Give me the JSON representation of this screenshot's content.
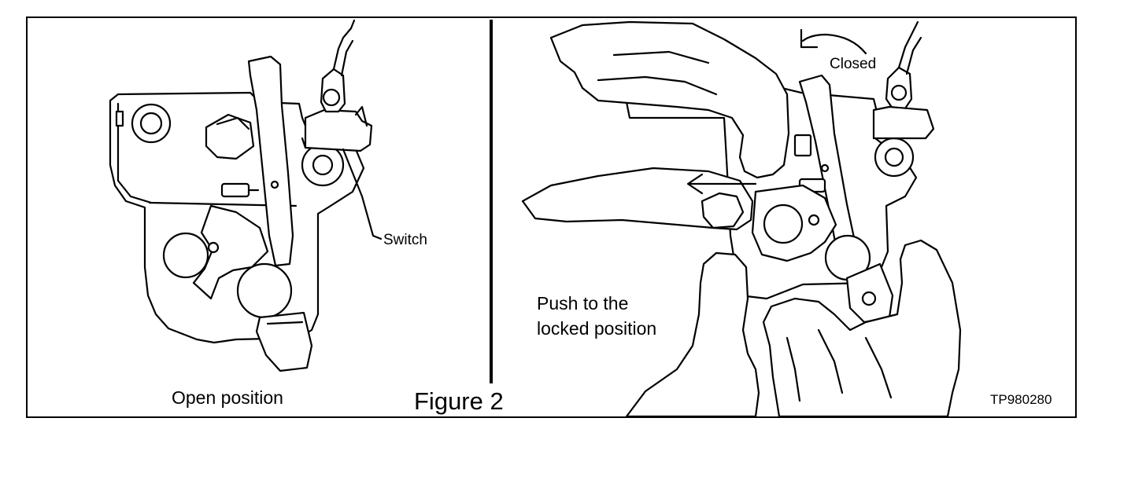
{
  "figure": {
    "title": "Figure 2",
    "code": "TP980280",
    "left_panel": {
      "caption": "Open position",
      "callout": "Switch"
    },
    "right_panel": {
      "arrow_label": "Closed",
      "instruction_line1": "Push to the",
      "instruction_line2": "locked position"
    }
  },
  "colors": {
    "ink": "#000000",
    "paper": "#ffffff"
  }
}
